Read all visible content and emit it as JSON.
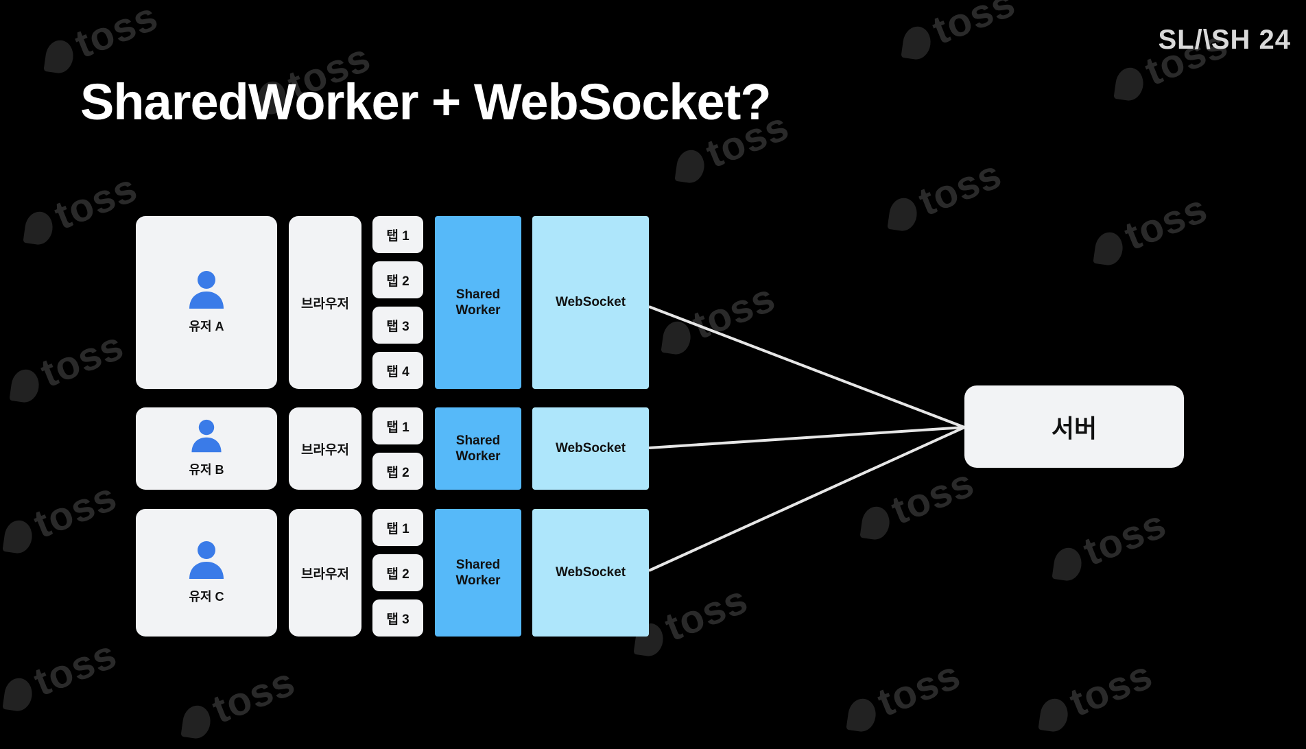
{
  "brand": "SL/\\SH 24",
  "title": "SharedWorker + WebSocket?",
  "watermark_text": "toss",
  "groups": [
    {
      "user": "유저 A",
      "browser": "브라우저",
      "tabs": [
        "탭 1",
        "탭 2",
        "탭 3",
        "탭 4"
      ],
      "worker": "Shared\nWorker",
      "socket": "WebSocket"
    },
    {
      "user": "유저 B",
      "browser": "브라우저",
      "tabs": [
        "탭 1",
        "탭 2"
      ],
      "worker": "Shared\nWorker",
      "socket": "WebSocket"
    },
    {
      "user": "유저 C",
      "browser": "브라우저",
      "tabs": [
        "탭 1",
        "탭 2",
        "탭 3"
      ],
      "worker": "Shared\nWorker",
      "socket": "WebSocket"
    }
  ],
  "server": "서버",
  "colors": {
    "background": "#000000",
    "worker": "#56b9f9",
    "socket": "#aee6fb",
    "box": "#f2f3f5",
    "user_icon": "#3a7be8",
    "line": "#e6e6e6"
  }
}
